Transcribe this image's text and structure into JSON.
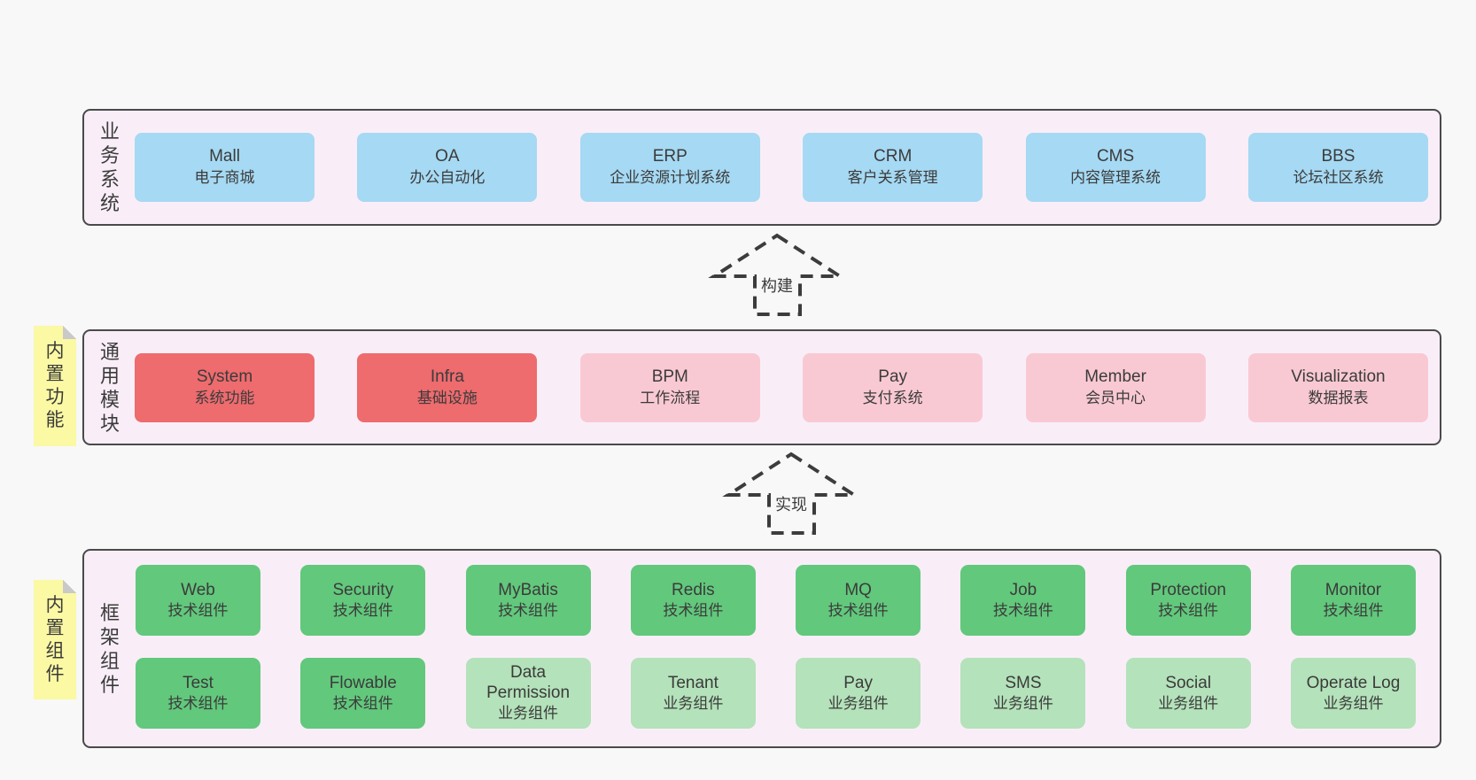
{
  "colors": {
    "page_bg": "#f8f8f8",
    "container_bg": "#f9eef7",
    "container_border": "#4a4a4a",
    "blue_box": "#a6d9f3",
    "red_box": "#ee6b6e",
    "pink_box": "#f9c9d3",
    "green_dark_box": "#62c87c",
    "green_light_box": "#b4e2ba",
    "yellow_note": "#fbf9a3",
    "note_fold": "#c9c9c9",
    "text": "#3b3b3b"
  },
  "layers": {
    "business": {
      "label": "业务系统",
      "items": [
        {
          "name": "Mall",
          "desc": "电子商城"
        },
        {
          "name": "OA",
          "desc": "办公自动化"
        },
        {
          "name": "ERP",
          "desc": "企业资源计划系统"
        },
        {
          "name": "CRM",
          "desc": "客户关系管理"
        },
        {
          "name": "CMS",
          "desc": "内容管理系统"
        },
        {
          "name": "BBS",
          "desc": "论坛社区系统"
        }
      ]
    },
    "modules": {
      "label": "通用模块",
      "note": "内置功能",
      "items": [
        {
          "name": "System",
          "desc": "系统功能",
          "variant": "red"
        },
        {
          "name": "Infra",
          "desc": "基础设施",
          "variant": "red"
        },
        {
          "name": "BPM",
          "desc": "工作流程",
          "variant": "pink"
        },
        {
          "name": "Pay",
          "desc": "支付系统",
          "variant": "pink"
        },
        {
          "name": "Member",
          "desc": "会员中心",
          "variant": "pink"
        },
        {
          "name": "Visualization",
          "desc": "数据报表",
          "variant": "pink"
        }
      ]
    },
    "components": {
      "label": "框架组件",
      "note": "内置组件",
      "row1": [
        {
          "name": "Web",
          "desc": "技术组件",
          "variant": "dark"
        },
        {
          "name": "Security",
          "desc": "技术组件",
          "variant": "dark"
        },
        {
          "name": "MyBatis",
          "desc": "技术组件",
          "variant": "dark"
        },
        {
          "name": "Redis",
          "desc": "技术组件",
          "variant": "dark"
        },
        {
          "name": "MQ",
          "desc": "技术组件",
          "variant": "dark"
        },
        {
          "name": "Job",
          "desc": "技术组件",
          "variant": "dark"
        },
        {
          "name": "Protection",
          "desc": "技术组件",
          "variant": "dark"
        },
        {
          "name": "Monitor",
          "desc": "技术组件",
          "variant": "dark"
        }
      ],
      "row2": [
        {
          "name": "Test",
          "desc": "技术组件",
          "variant": "dark"
        },
        {
          "name": "Flowable",
          "desc": "技术组件",
          "variant": "dark"
        },
        {
          "name": "Data Permission",
          "desc": "业务组件",
          "variant": "light"
        },
        {
          "name": "Tenant",
          "desc": "业务组件",
          "variant": "light"
        },
        {
          "name": "Pay",
          "desc": "业务组件",
          "variant": "light"
        },
        {
          "name": "SMS",
          "desc": "业务组件",
          "variant": "light"
        },
        {
          "name": "Social",
          "desc": "业务组件",
          "variant": "light"
        },
        {
          "name": "Operate Log",
          "desc": "业务组件",
          "variant": "light"
        }
      ]
    }
  },
  "arrows": {
    "build": "构建",
    "implement": "实现"
  }
}
